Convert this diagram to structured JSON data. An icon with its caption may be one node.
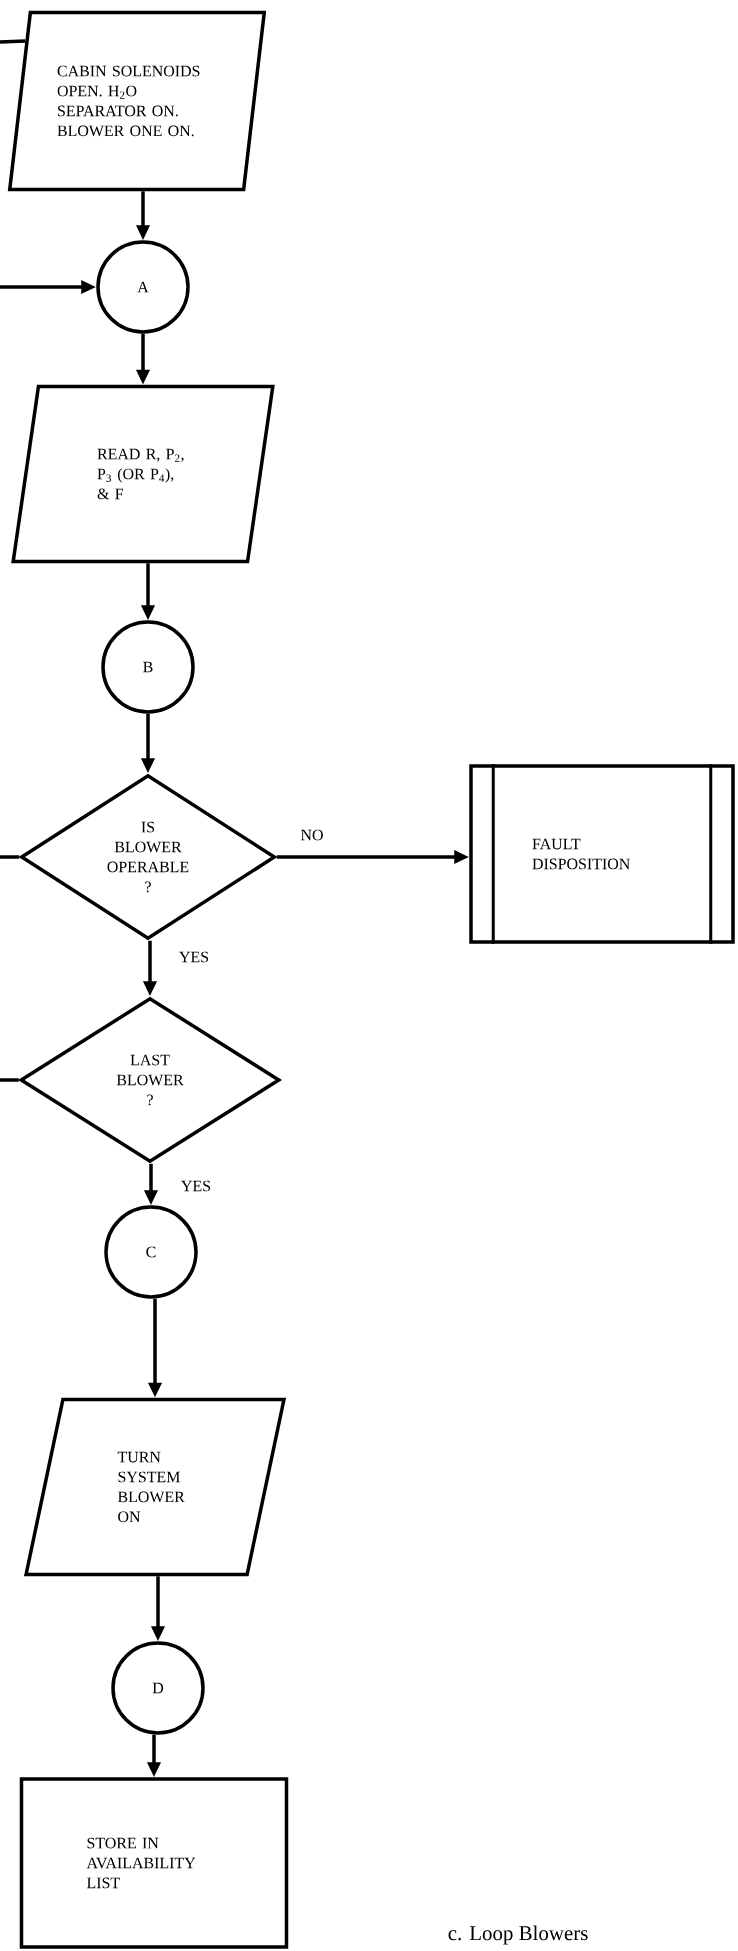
{
  "diagram": {
    "nodes": [
      {
        "text": [
          "CABIN SOLENOIDS OPEN. H$_{2}$O SEPARATOR ON. BLOWER ONE ON."
        ]
      },
      {
        "text": [
          "A"
        ]
      },
      {
        "text": [
          "READ R, P$_{2}$, P$_{3}$ (OR P$_{4}$), & F"
        ]
      },
      {
        "text": [
          "B"
        ]
      },
      {
        "text": [
          "IS BLOWER OPERABLE ?"
        ]
      },
      {
        "text": [
          "FAULT DISPOSITION"
        ]
      },
      {
        "text": [
          "LAST BLOWER ?"
        ]
      },
      {
        "text": [
          "C"
        ]
      },
      {
        "text": [
          "TURN SYSTEM BLOWER ON"
        ]
      },
      {
        "text": [
          "D"
        ]
      },
      {
        "text": [
          "STORE IN AVAILABILITY LIST"
        ]
      }
    ],
    "edges": [
      {
        "from": null,
        "to": 0,
        "arrow": "none"
      },
      {
        "from": null,
        "to": 1,
        "arrow": "to"
      },
      {
        "from": 0,
        "to": 1,
        "arrow": "to"
      },
      {
        "from": 1,
        "to": 2,
        "arrow": "to"
      },
      {
        "from": 2,
        "to": 3,
        "arrow": "to"
      },
      {
        "from": 3,
        "to": 4,
        "arrow": "to"
      },
      {
        "from": 4,
        "to": 5,
        "arrow": "to",
        "label": "NO"
      },
      {
        "from": 4,
        "to": 6,
        "arrow": "to",
        "label": "YES"
      },
      {
        "from": null,
        "to": 4,
        "arrow": "none"
      },
      {
        "from": 6,
        "to": null,
        "arrow": "none"
      },
      {
        "from": 6,
        "to": 7,
        "arrow": "to",
        "label": "YES"
      },
      {
        "from": 7,
        "to": 8,
        "arrow": "to"
      },
      {
        "from": 8,
        "to": 9,
        "arrow": "to"
      },
      {
        "from": 9,
        "to": 10,
        "arrow": "to"
      }
    ],
    "labels": [
      "c. Loop Blowers"
    ]
  }
}
